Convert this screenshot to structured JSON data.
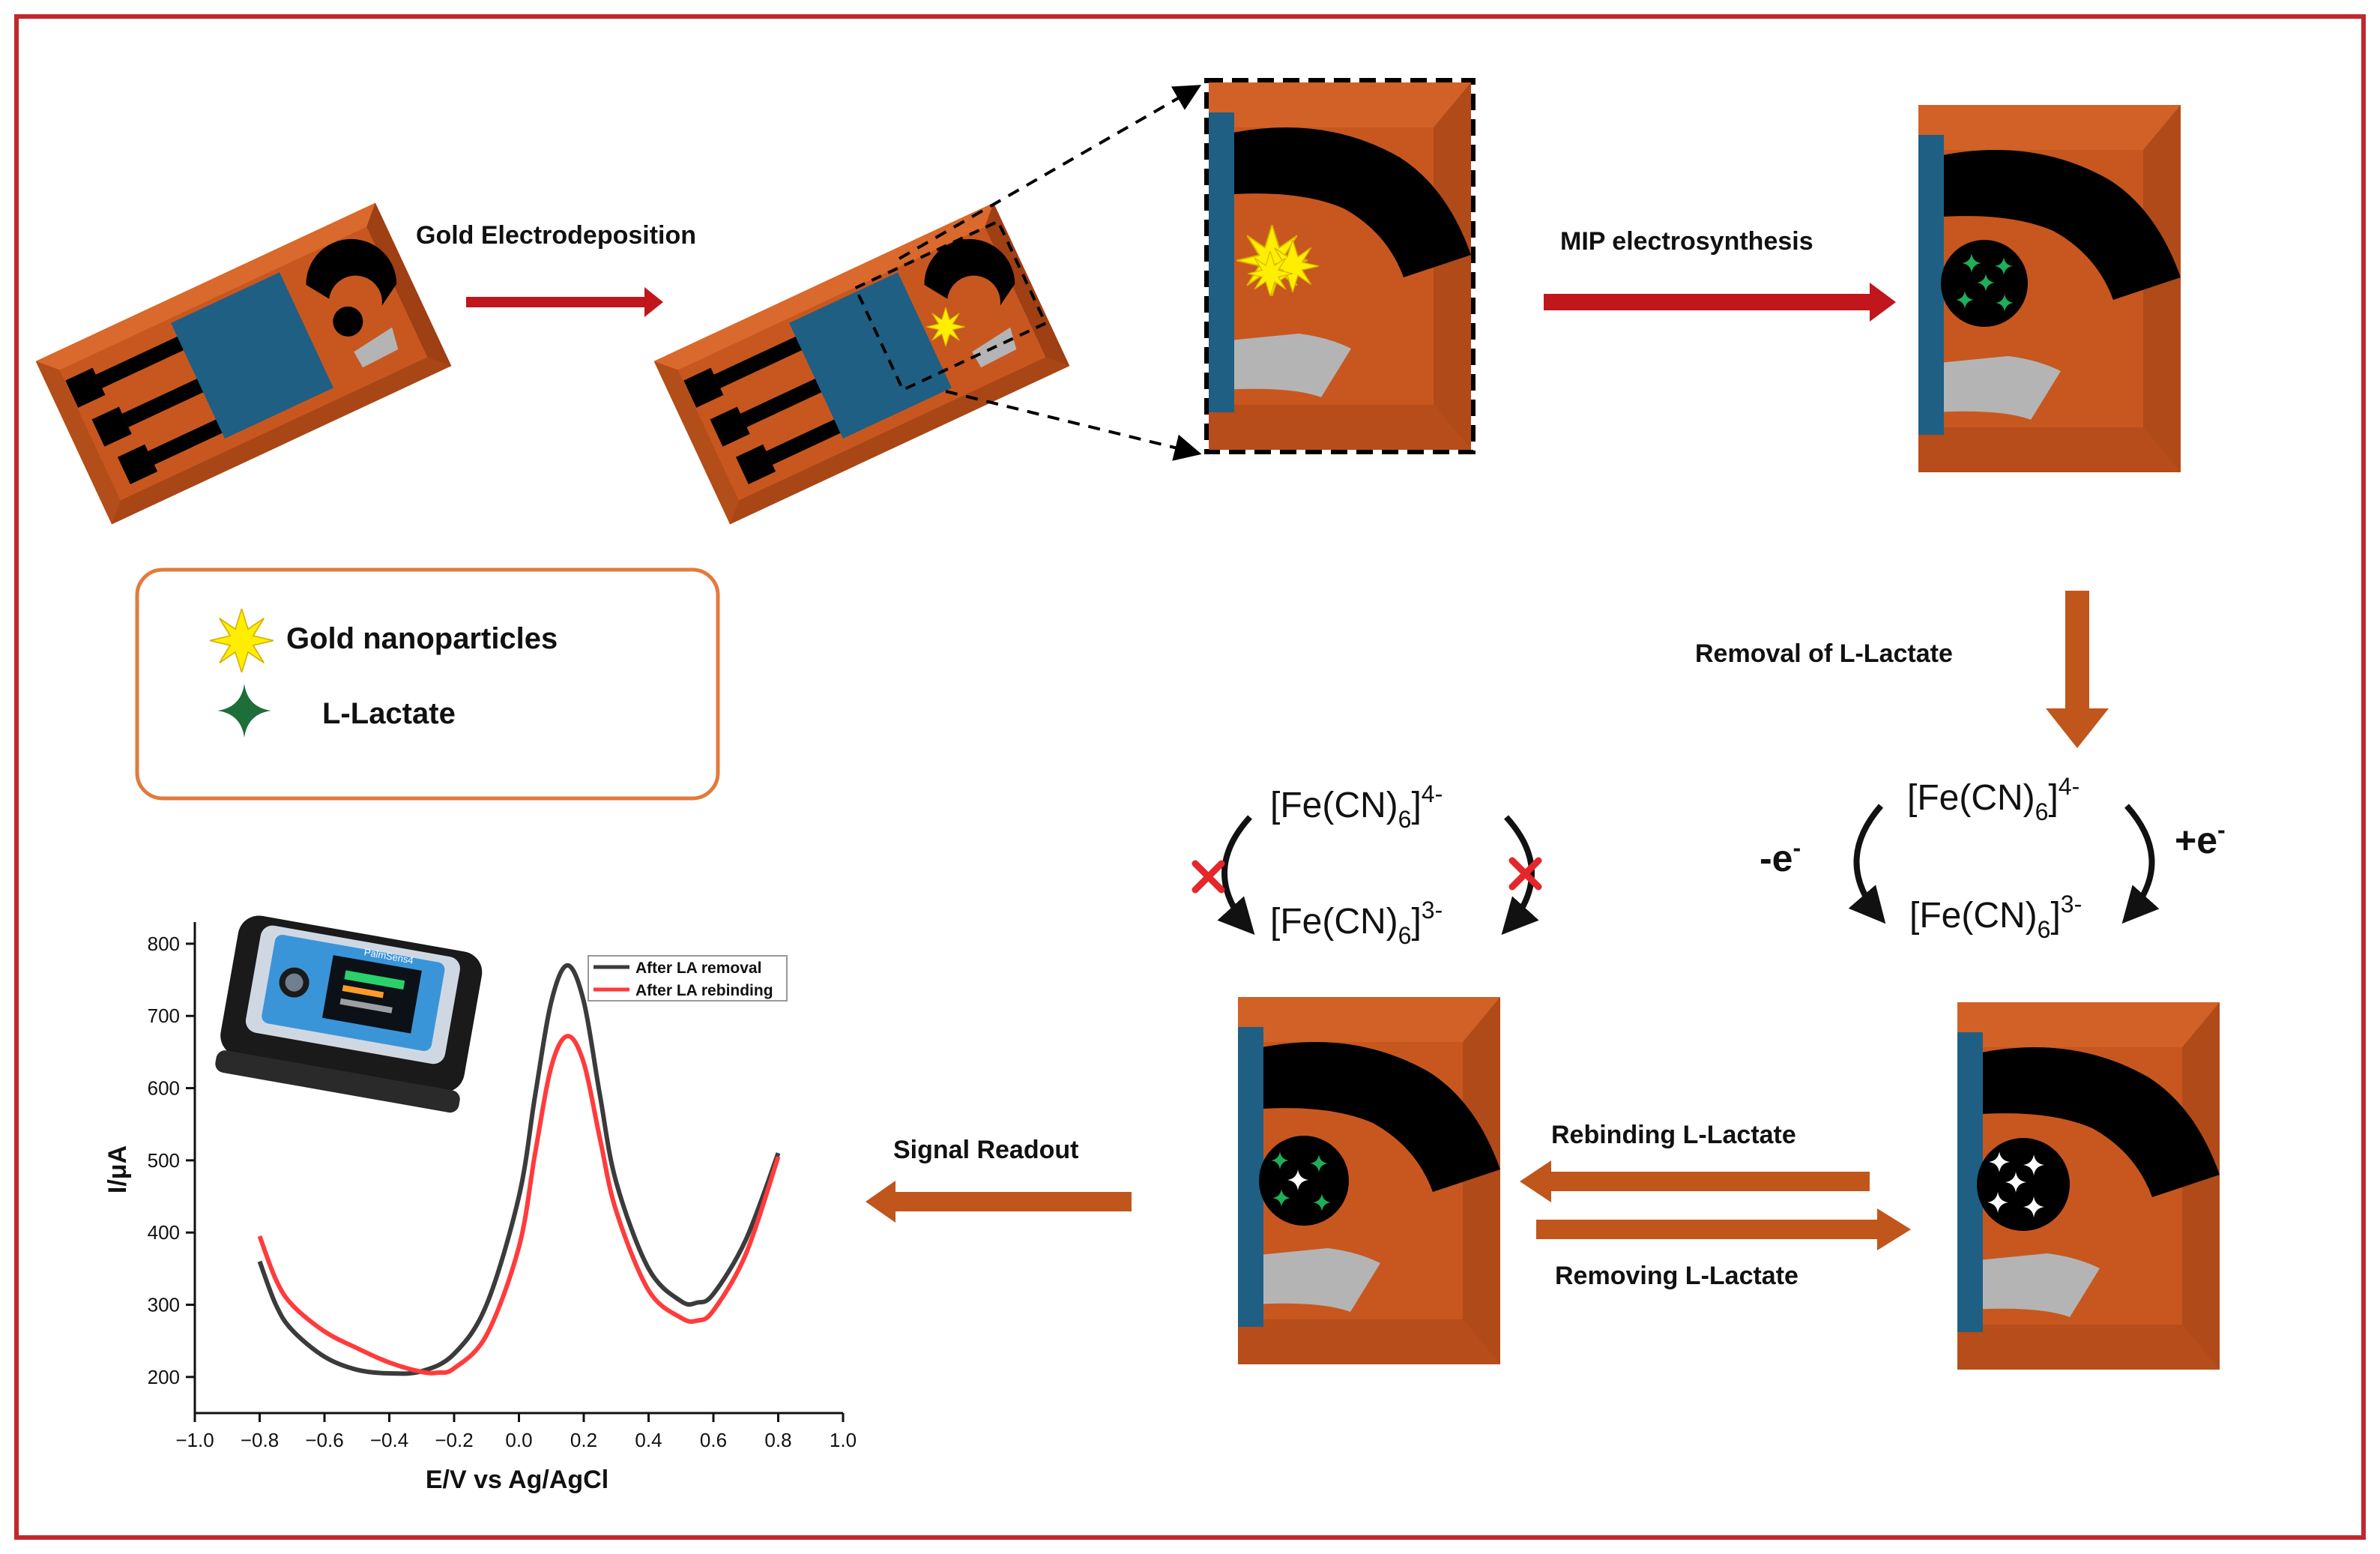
{
  "colors": {
    "frame": "#c0282d",
    "electrode": "#c8571f",
    "electrode_dark": "#9e3f14",
    "substrate_blue": "#1f5f84",
    "trace_black": "#000000",
    "reference_grey": "#b4b4b4",
    "gold_np": "#ffee00",
    "lactate_green": "#1e6e3a",
    "arrow_red": "#c0161c",
    "arrow_orange": "#c0561b",
    "legend_border": "#e27b3c",
    "curve_removal": "#3b3b3b",
    "curve_rebinding": "#ff3b3b"
  },
  "steps": {
    "gold_electrodeposition": "Gold Electrodeposition",
    "mip_electrosynthesis": "MIP electrosynthesis",
    "removal": "Removal of L-Lactate",
    "rebinding": "Rebinding L-Lactate",
    "removing": "Removing L-Lactate",
    "signal_readout": "Signal Readout"
  },
  "legend": {
    "gold": "Gold nanoparticles",
    "lactate": "L-Lactate"
  },
  "redox": {
    "species": "[Fe(CN)",
    "sub": "6",
    "bracket": "]",
    "ox_charge": "4-",
    "red_charge": "3-",
    "minus_e": "-e",
    "plus_e": "+e",
    "e_sup": "-"
  },
  "device": {
    "brand": "PalmSens4"
  },
  "chart_data": {
    "type": "line",
    "xlabel": "E/V vs Ag/AgCl",
    "ylabel": "I/μA",
    "xlim": [
      -1.0,
      1.0
    ],
    "ylim": [
      150,
      830
    ],
    "x_ticks": [
      "−1.0",
      "−0.8",
      "−0.6",
      "−0.4",
      "−0.2",
      "0.0",
      "0.2",
      "0.4",
      "0.6",
      "0.8",
      "1.0"
    ],
    "x_tick_values": [
      -1.0,
      -0.8,
      -0.6,
      -0.4,
      -0.2,
      0.0,
      0.2,
      0.4,
      0.6,
      0.8,
      1.0
    ],
    "y_ticks": [
      "200",
      "300",
      "400",
      "500",
      "600",
      "700",
      "800"
    ],
    "y_tick_values": [
      200,
      300,
      400,
      500,
      600,
      700,
      800
    ],
    "legend_position": "top-right",
    "series": [
      {
        "name": "After LA removal",
        "color": "#3b3b3b",
        "x": [
          -0.8,
          -0.75,
          -0.7,
          -0.6,
          -0.5,
          -0.4,
          -0.3,
          -0.2,
          -0.1,
          0.0,
          0.05,
          0.1,
          0.15,
          0.2,
          0.25,
          0.3,
          0.4,
          0.5,
          0.55,
          0.6,
          0.7,
          0.8
        ],
        "y": [
          360,
          300,
          265,
          228,
          210,
          205,
          208,
          232,
          300,
          450,
          590,
          720,
          770,
          720,
          590,
          470,
          350,
          305,
          303,
          315,
          390,
          510
        ]
      },
      {
        "name": "After LA rebinding",
        "color": "#ff3b3b",
        "x": [
          -0.8,
          -0.75,
          -0.7,
          -0.6,
          -0.5,
          -0.4,
          -0.3,
          -0.25,
          -0.2,
          -0.1,
          0.0,
          0.05,
          0.1,
          0.15,
          0.2,
          0.25,
          0.3,
          0.4,
          0.5,
          0.55,
          0.6,
          0.7,
          0.8
        ],
        "y": [
          395,
          335,
          300,
          263,
          240,
          220,
          207,
          206,
          212,
          258,
          380,
          510,
          630,
          672,
          635,
          530,
          430,
          320,
          282,
          278,
          292,
          370,
          505
        ]
      }
    ]
  }
}
